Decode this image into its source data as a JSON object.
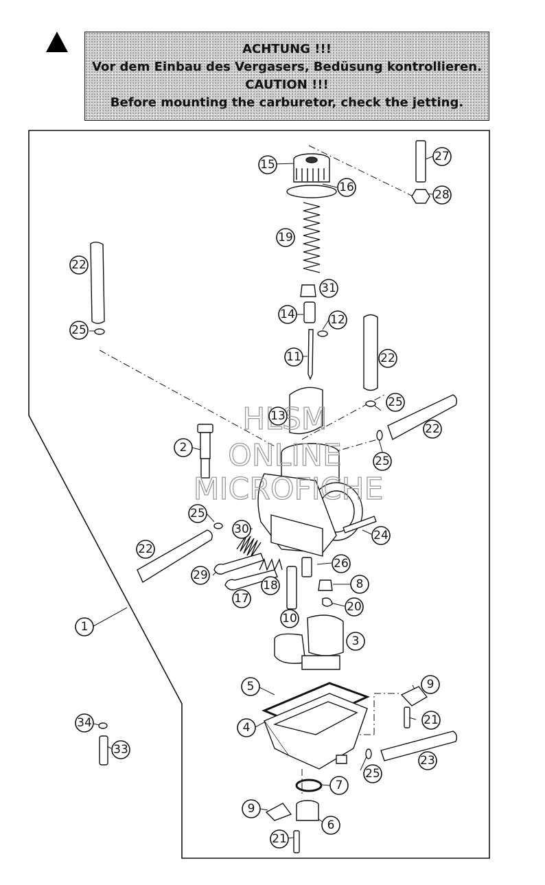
{
  "warning": {
    "icon": "warning-triangle-icon",
    "line1": "ACHTUNG !!!",
    "line2": "Vor dem Einbau des Vergasers, Bedüsung kontrollieren.",
    "line3": "CAUTION !!!",
    "line4": "Before mounting the carburetor, check the jetting."
  },
  "watermark": {
    "line1": "HLSM",
    "line2": "ONLINE",
    "line3": "MICROFICHE"
  },
  "callouts": {
    "c1": "1",
    "c2": "2",
    "c3": "3",
    "c4": "4",
    "c5": "5",
    "c6": "6",
    "c7": "7",
    "c8": "8",
    "c9a": "9",
    "c9b": "9",
    "c10": "10",
    "c11": "11",
    "c12": "12",
    "c13": "13",
    "c14": "14",
    "c15": "15",
    "c16": "16",
    "c17": "17",
    "c18": "18",
    "c19": "19",
    "c20": "20",
    "c21a": "21",
    "c21b": "21",
    "c22a": "22",
    "c22b": "22",
    "c22c": "22",
    "c22d": "22",
    "c23": "23",
    "c24": "24",
    "c25a": "25",
    "c25b": "25",
    "c25c": "25",
    "c25d": "25",
    "c25e": "25",
    "c26": "26",
    "c27": "27",
    "c28": "28",
    "c29": "29",
    "c30": "30",
    "c31": "31",
    "c33": "33",
    "c34": "34"
  }
}
